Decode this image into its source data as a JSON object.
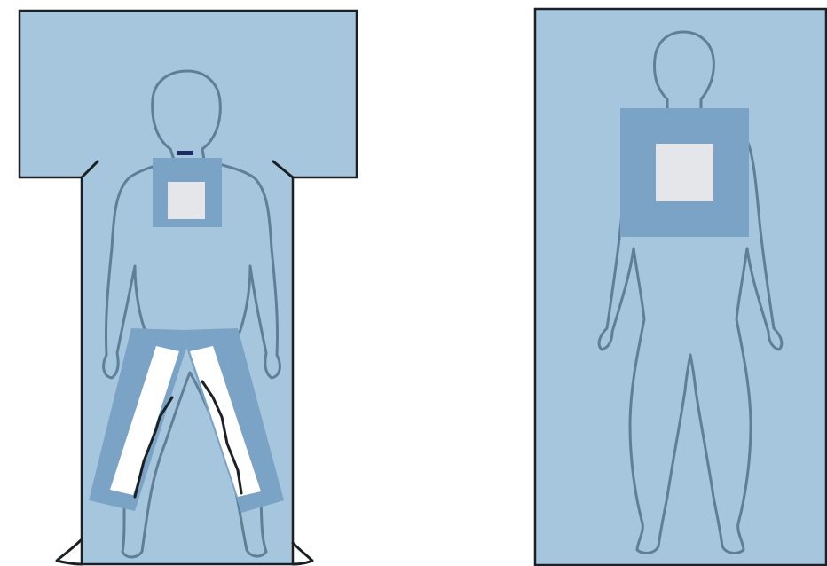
{
  "figure": {
    "panels": [
      {
        "id": "left",
        "shape": "t-shaped-drape",
        "windows": [
          "chest-window",
          "left-leg-strip",
          "right-leg-strip"
        ]
      },
      {
        "id": "right",
        "shape": "rectangular-drape",
        "windows": [
          "upper-back-window"
        ]
      }
    ]
  },
  "colors": {
    "drape": "#a6c6de",
    "patch": "#7aa3c5",
    "window": "#e4e6e9",
    "strip": "#ffffff",
    "outline": "#1c1f24",
    "body_line": "#5f7f98",
    "clip": "#1e2a66"
  }
}
